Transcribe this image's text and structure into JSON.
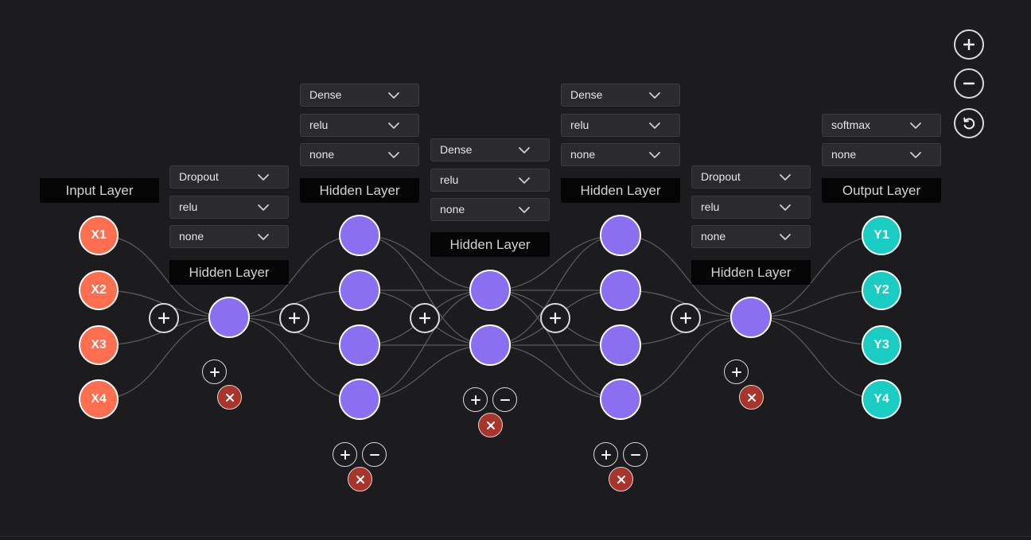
{
  "layers": [
    {
      "id": "input",
      "label": "Input Layer",
      "nodes": [
        "X1",
        "X2",
        "X3",
        "X4"
      ],
      "selects": []
    },
    {
      "id": "h1",
      "label": "Hidden Layer",
      "nodes": [
        "",
        ""
      ],
      "selects": [
        "Dropout",
        "relu",
        "none"
      ]
    },
    {
      "id": "h2",
      "label": "Hidden Layer",
      "nodes": [
        "",
        "",
        "",
        ""
      ],
      "selects": [
        "Dense",
        "relu",
        "none"
      ]
    },
    {
      "id": "h3",
      "label": "Hidden Layer",
      "nodes": [
        "",
        ""
      ],
      "selects": [
        "Dense",
        "relu",
        "none"
      ]
    },
    {
      "id": "h4",
      "label": "Hidden Layer",
      "nodes": [
        "",
        "",
        "",
        ""
      ],
      "selects": [
        "Dense",
        "relu",
        "none"
      ]
    },
    {
      "id": "h5",
      "label": "Hidden Layer",
      "nodes": [
        ""
      ],
      "selects": [
        "Dropout",
        "relu",
        "none"
      ]
    },
    {
      "id": "output",
      "label": "Output Layer",
      "nodes": [
        "Y1",
        "Y2",
        "Y3",
        "Y4"
      ],
      "selects": [
        "softmax",
        "none"
      ]
    }
  ],
  "icons": {
    "add_node": "plus-icon",
    "remove_node": "minus-icon",
    "delete_layer": "close-icon",
    "insert_layer": "plus-icon",
    "zoom_in": "plus-icon",
    "zoom_out": "minus-icon",
    "reset_view": "reset-icon",
    "dropdown": "chevron-down-icon"
  },
  "colors": {
    "background": "#1c1c1e",
    "input_node": "#ff6e4e",
    "hidden_node": "#8a6ff0",
    "output_node": "#19cdc2",
    "delete_button": "#a9342c",
    "edge": "#5a5a5e"
  }
}
